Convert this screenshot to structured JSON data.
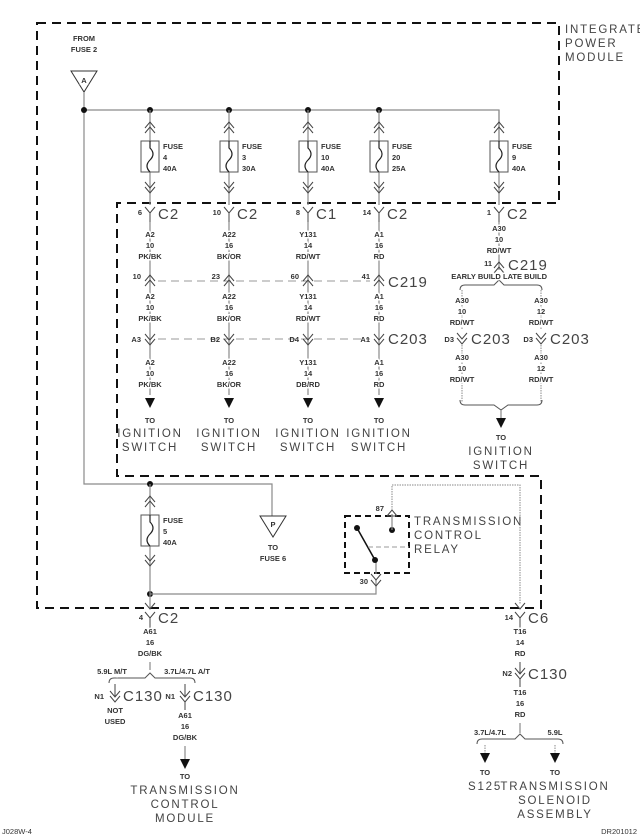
{
  "module_label": [
    "INTEGRATED",
    "POWER",
    "MODULE"
  ],
  "source": {
    "label": [
      "FROM",
      "FUSE 2"
    ],
    "marker": "A"
  },
  "fuses": [
    {
      "label": "FUSE",
      "number": "4",
      "rating": "40A"
    },
    {
      "label": "FUSE",
      "number": "3",
      "rating": "30A"
    },
    {
      "label": "FUSE",
      "number": "10",
      "rating": "40A"
    },
    {
      "label": "FUSE",
      "number": "20",
      "rating": "25A"
    },
    {
      "label": "FUSE",
      "number": "9",
      "rating": "40A"
    },
    {
      "label": "FUSE",
      "number": "5",
      "rating": "40A"
    }
  ],
  "ignition_circuits": [
    {
      "top_pin": "6",
      "top_conn": "C2",
      "wire1": [
        "A2",
        "10",
        "PK/BK"
      ],
      "c219_pin": "10",
      "wire2": [
        "A2",
        "10",
        "PK/BK"
      ],
      "c203_pin": "A3",
      "wire3": [
        "A2",
        "10",
        "PK/BK"
      ],
      "dest": [
        "TO",
        "IGNITION",
        "SWITCH"
      ]
    },
    {
      "top_pin": "10",
      "top_conn": "C2",
      "wire1": [
        "A22",
        "16",
        "BK/OR"
      ],
      "c219_pin": "23",
      "wire2": [
        "A22",
        "16",
        "BK/OR"
      ],
      "c203_pin": "B2",
      "wire3": [
        "A22",
        "16",
        "BK/OR"
      ],
      "dest": [
        "TO",
        "IGNITION",
        "SWITCH"
      ]
    },
    {
      "top_pin": "8",
      "top_conn": "C1",
      "wire1": [
        "Y131",
        "14",
        "RD/WT"
      ],
      "c219_pin": "60",
      "wire2": [
        "Y131",
        "14",
        "RD/WT"
      ],
      "c203_pin": "D4",
      "wire3": [
        "Y131",
        "14",
        "DB/RD"
      ],
      "dest": [
        "TO",
        "IGNITION",
        "SWITCH"
      ]
    },
    {
      "top_pin": "14",
      "top_conn": "C2",
      "wire1": [
        "A1",
        "16",
        "RD"
      ],
      "c219_pin": "41",
      "wire2": [
        "A1",
        "16",
        "RD"
      ],
      "c203_pin": "A1",
      "wire3": [
        "A1",
        "16",
        "RD"
      ],
      "dest": [
        "TO",
        "IGNITION",
        "SWITCH"
      ]
    }
  ],
  "connectors": {
    "c219": "C219",
    "c203": "C203",
    "c130": "C130",
    "c2": "C2",
    "c6": "C6"
  },
  "fuse9_circuit": {
    "top_pin": "1",
    "top_conn": "C2",
    "wire1": [
      "A30",
      "10",
      "RD/WT"
    ],
    "c219_pin": "11",
    "early_label": "EARLY BUILD",
    "late_label": "LATE BUILD",
    "early": {
      "wire_a": [
        "A30",
        "10",
        "RD/WT"
      ],
      "pin": "D3",
      "wire_b": [
        "A30",
        "10",
        "RD/WT"
      ]
    },
    "late": {
      "wire_a": [
        "A30",
        "12",
        "RD/WT"
      ],
      "pin": "D3",
      "wire_b": [
        "A30",
        "12",
        "RD/WT"
      ]
    },
    "dest": [
      "TO",
      "IGNITION",
      "SWITCH"
    ]
  },
  "fuse6_ref": {
    "marker": "P",
    "label": [
      "TO",
      "FUSE 6"
    ]
  },
  "relay": {
    "label": [
      "TRANSMISSION",
      "CONTROL",
      "RELAY"
    ],
    "pin87": "87",
    "pin30": "30"
  },
  "tcm_circuit": {
    "pin": "4",
    "conn": "C2",
    "wire1": [
      "A61",
      "16",
      "DG/BK"
    ],
    "left_label": "5.9L M/T",
    "right_label": "3.7L/4.7L A/T",
    "left_pin": "N1",
    "right_pin": "N1",
    "not_used": [
      "NOT",
      "USED"
    ],
    "wire2": [
      "A61",
      "16",
      "DG/BK"
    ],
    "dest": [
      "TO",
      "TRANSMISSION",
      "CONTROL",
      "MODULE"
    ]
  },
  "solenoid_circuit": {
    "pin": "14",
    "conn": "C6",
    "wire1": [
      "T16",
      "14",
      "RD"
    ],
    "c130_pin": "N2",
    "wire2": [
      "T16",
      "16",
      "RD"
    ],
    "left_label": "3.7L/4.7L",
    "right_label": "5.9L",
    "left_dest": [
      "TO",
      "S125"
    ],
    "right_dest": [
      "TO",
      "TRANSMISSION",
      "SOLENOID",
      "ASSEMBLY"
    ]
  },
  "footer": {
    "left_code": "J028W-4",
    "right_code": "DR201012"
  }
}
